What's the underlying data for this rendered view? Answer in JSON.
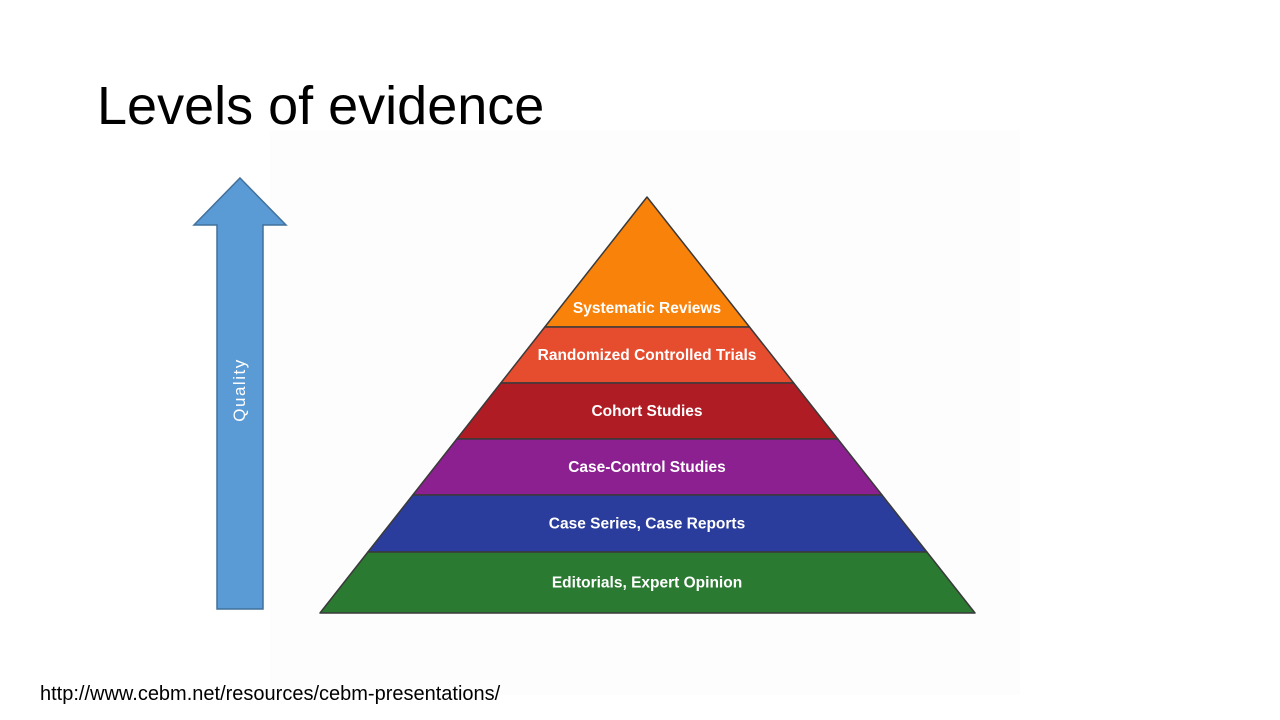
{
  "slide": {
    "title": "Levels of evidence",
    "source_url": "http://www.cebm.net/resources/cebm-presentations/"
  },
  "quality_arrow": {
    "label": "Quality",
    "color": "#5b9bd5",
    "border_color": "#41719c"
  },
  "pyramid": {
    "levels": [
      {
        "label": "Systematic Reviews",
        "color": "#f9820b"
      },
      {
        "label": "Randomized Controlled Trials",
        "color": "#e54d2e"
      },
      {
        "label": "Cohort Studies",
        "color": "#b01c24"
      },
      {
        "label": "Case-Control Studies",
        "color": "#8c2090"
      },
      {
        "label": "Case Series, Case Reports",
        "color": "#2b3d9c"
      },
      {
        "label": "Editorials, Expert Opinion",
        "color": "#2b7a32"
      }
    ],
    "outline_color": "#3a3a3a",
    "text_color": "#ffffff"
  }
}
